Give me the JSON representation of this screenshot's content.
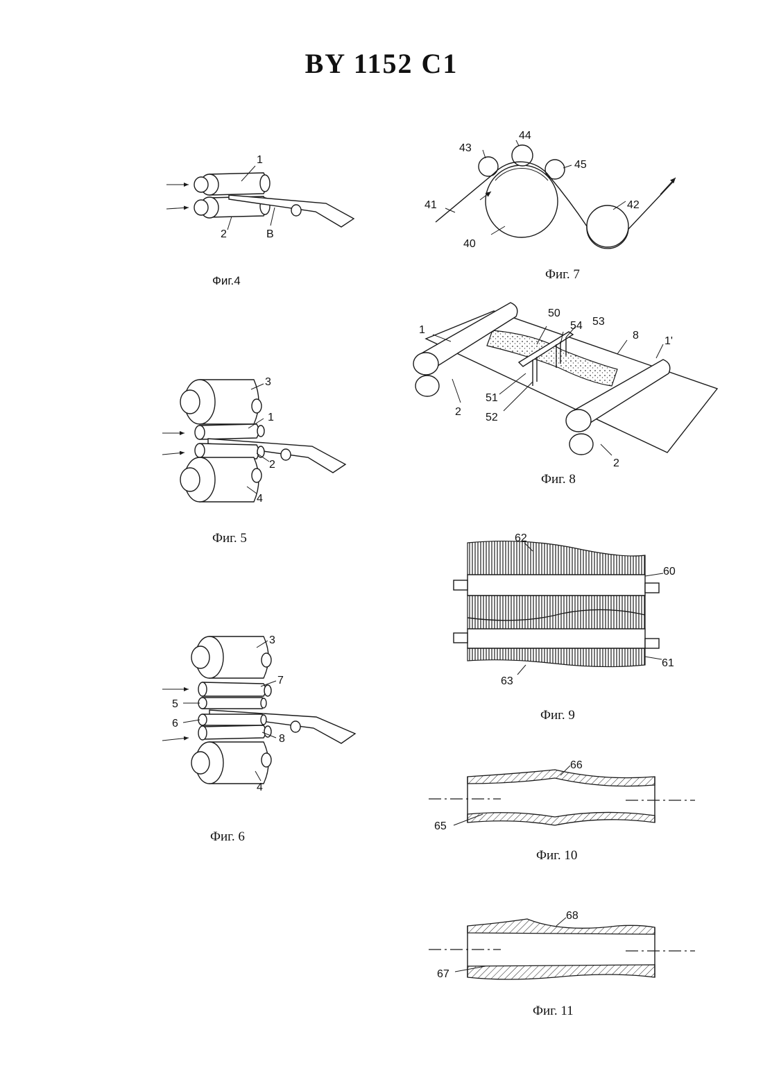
{
  "document": {
    "title": "BY 1152 C1"
  },
  "figures": [
    {
      "id": "fig4",
      "caption": "Фиг.4",
      "labels": [
        "1",
        "2",
        "B"
      ]
    },
    {
      "id": "fig5",
      "caption": "Фиг. 5",
      "labels": [
        "3",
        "1",
        "2",
        "4"
      ]
    },
    {
      "id": "fig6",
      "caption": "Фиг. 6",
      "labels": [
        "3",
        "7",
        "5",
        "6",
        "8",
        "4"
      ]
    },
    {
      "id": "fig7",
      "caption": "Фиг. 7",
      "labels": [
        "44",
        "43",
        "45",
        "41",
        "42",
        "40"
      ]
    },
    {
      "id": "fig8",
      "caption": "Фиг. 8",
      "labels": [
        "50",
        "54",
        "53",
        "1",
        "8",
        "1'",
        "51",
        "52",
        "2",
        "2"
      ]
    },
    {
      "id": "fig9",
      "caption": "Фиг. 9",
      "labels": [
        "62",
        "60",
        "61",
        "63"
      ]
    },
    {
      "id": "fig10",
      "caption": "Фиг. 10",
      "labels": [
        "66",
        "65"
      ]
    },
    {
      "id": "fig11",
      "caption": "Фиг. 11",
      "labels": [
        "68",
        "67"
      ]
    }
  ]
}
